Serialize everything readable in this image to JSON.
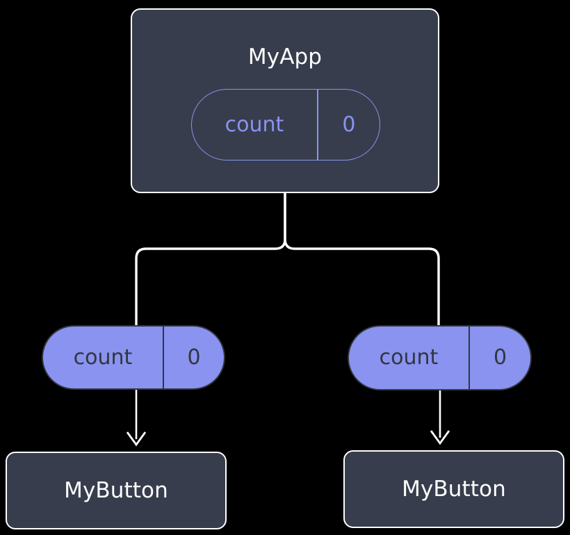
{
  "diagram": {
    "type": "component-state-tree",
    "background_color": "#000000",
    "palette": {
      "node_fill": "#373d4c",
      "node_stroke": "#ffffff",
      "accent": "#8a93f0",
      "pill_text_dark": "#31363f",
      "edge_stroke": "#ffffff"
    },
    "root": {
      "title": "MyApp",
      "state": {
        "key": "count",
        "value": "0"
      }
    },
    "children": [
      {
        "state": {
          "key": "count",
          "value": "0"
        },
        "component": {
          "title": "MyButton"
        }
      },
      {
        "state": {
          "key": "count",
          "value": "0"
        },
        "component": {
          "title": "MyButton"
        }
      }
    ]
  }
}
